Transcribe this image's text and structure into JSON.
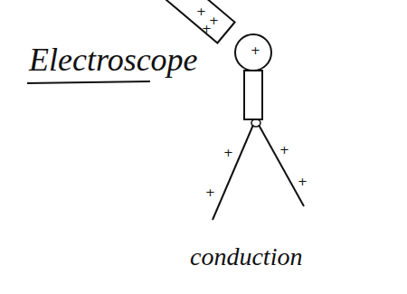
{
  "diagram": {
    "title": "Electroscope",
    "caption": "conduction",
    "labels": [
      "+",
      "+",
      "+",
      "+",
      "+",
      "+",
      "+",
      "+"
    ]
  }
}
